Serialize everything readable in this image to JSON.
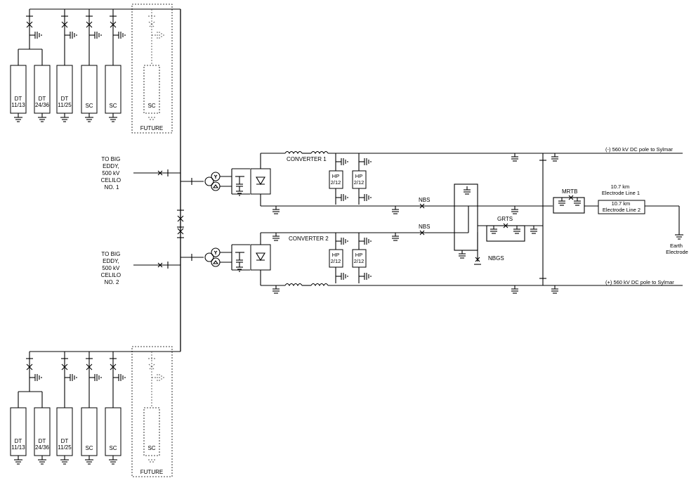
{
  "filters_top": [
    {
      "line1": "DT",
      "line2": "11/13"
    },
    {
      "line1": "DT",
      "line2": "24/36"
    },
    {
      "line1": "DT",
      "line2": "11/25"
    },
    {
      "line1": "SC",
      "line2": ""
    },
    {
      "line1": "SC",
      "line2": ""
    }
  ],
  "filters_bottom": [
    {
      "line1": "DT",
      "line2": "11/13"
    },
    {
      "line1": "DT",
      "line2": "24/36"
    },
    {
      "line1": "DT",
      "line2": "11/25"
    },
    {
      "line1": "SC",
      "line2": ""
    },
    {
      "line1": "SC",
      "line2": ""
    }
  ],
  "future_filter_label": "SC",
  "future_label_top": "FUTURE",
  "future_label_bottom": "FUTURE",
  "ac_line_1": [
    "TO BIG",
    "EDDY,",
    "500 kV",
    "CELILO",
    "NO. 1"
  ],
  "ac_line_2": [
    "TO BIG",
    "EDDY,",
    "500 kV",
    "CELILO",
    "NO. 2"
  ],
  "converter_1": "CONVERTER 1",
  "converter_2": "CONVERTER 2",
  "hp_filter": {
    "line1": "HP",
    "line2": "2/12"
  },
  "nbs_label": "NBS",
  "nbgs_label": "NBGS",
  "grts_label": "GRTS",
  "mrtb_label": "MRTB",
  "electrode_line_1": [
    "10.7 km",
    "Electrode Line 1"
  ],
  "electrode_line_2": [
    "10.7 km",
    "Electrode Line 2"
  ],
  "pole_negative": "(-) 560 kV DC pole to Sylmar",
  "pole_positive": "(+) 560 kV DC pole to Sylmar",
  "earth_electrode": [
    "Earth",
    "Electrode"
  ]
}
